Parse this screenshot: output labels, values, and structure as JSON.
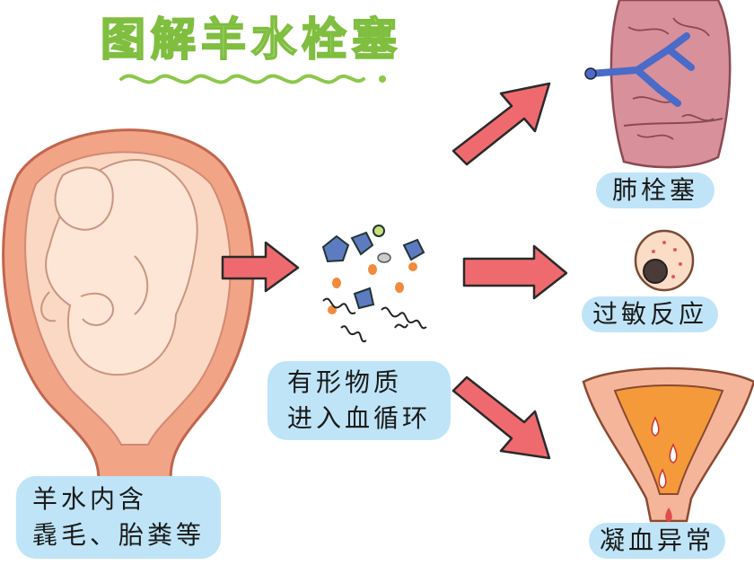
{
  "title": "图解羊水栓塞",
  "labels": {
    "amniotic_contents": [
      "羊水内含",
      "毳毛、胎粪等"
    ],
    "particles_enter": [
      "有形物质",
      "进入血循环"
    ],
    "outcomes": [
      "肺栓塞",
      "过敏反应",
      "凝血异常"
    ]
  },
  "colors": {
    "title_green": "#7fbe3f",
    "label_blue": "#bfe4f7",
    "arrow_red": "#ef6a6e",
    "uterus_pink": "#f2a487",
    "lung_pink": "#d8909b"
  },
  "icons": [
    "uterus-fetus-illustration",
    "particle-cluster-icon",
    "lung-vessel-icon",
    "cell-icon",
    "uterus-bleeding-icon"
  ]
}
